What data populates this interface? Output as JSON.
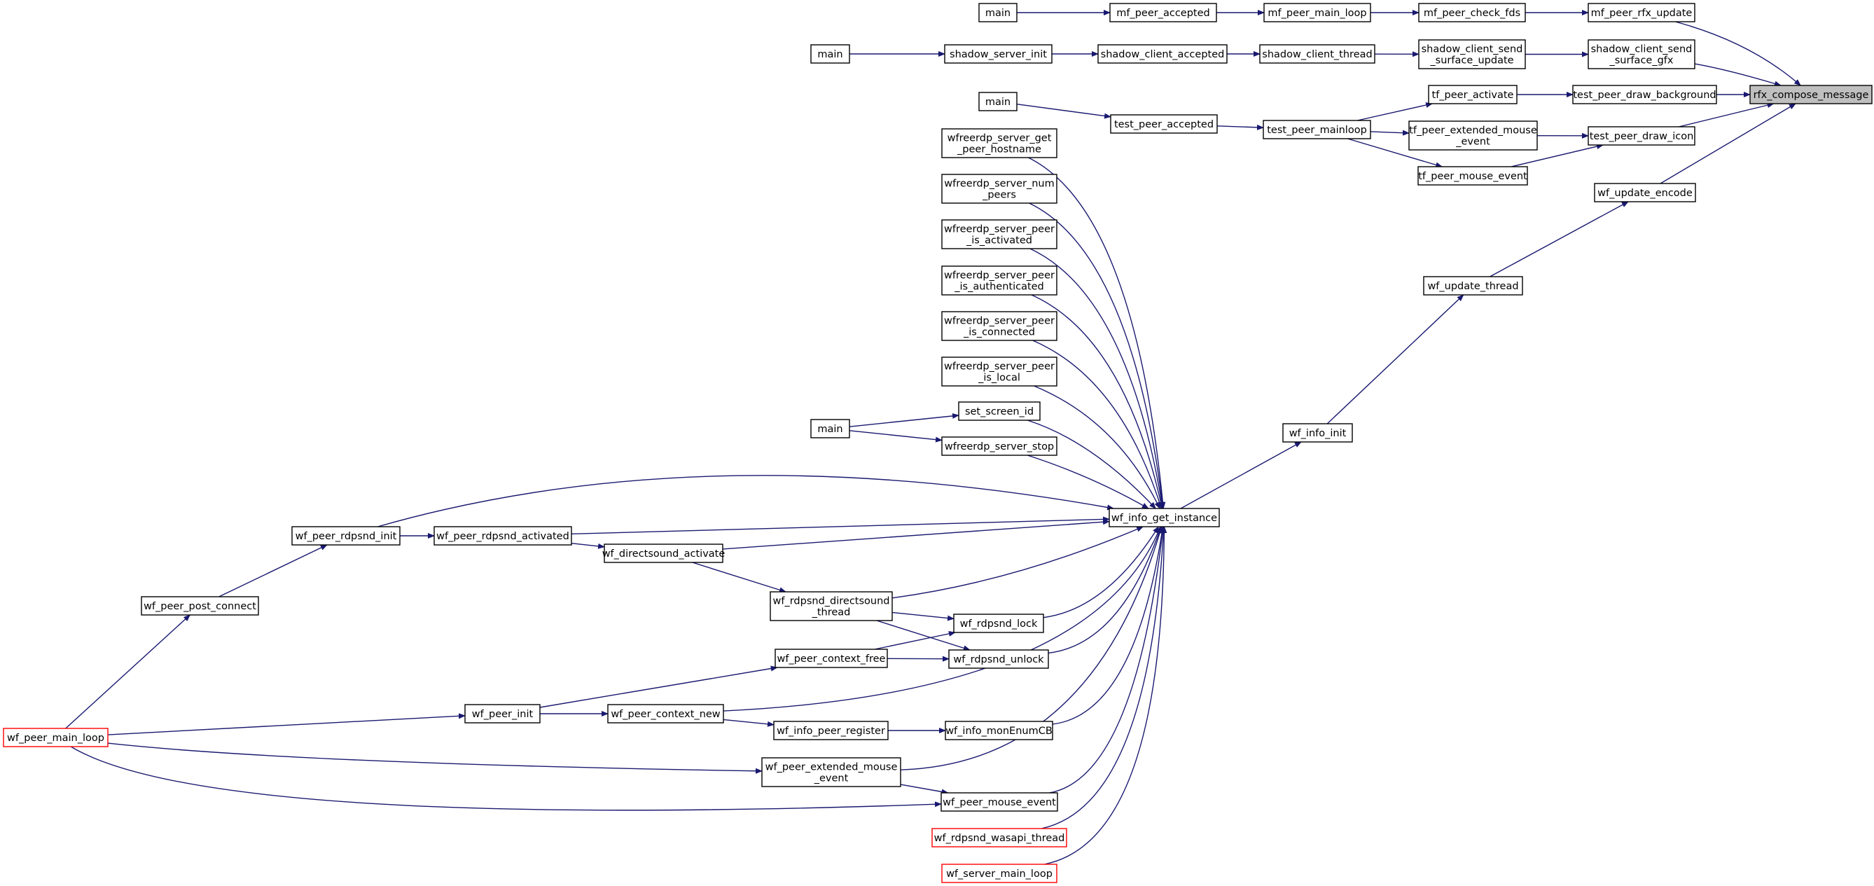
{
  "graph": {
    "title": "",
    "colors": {
      "edge": "#191970",
      "focus_fill": "#bfbfbf",
      "truncated_border": "#ff0000"
    },
    "nodes": {
      "rfx": {
        "lines": [
          "rfx_compose_message"
        ],
        "style": "gray"
      },
      "mf_rfx_update": {
        "lines": [
          "mf_peer_rfx_update"
        ]
      },
      "mf_check_fds": {
        "lines": [
          "mf_peer_check_fds"
        ]
      },
      "mf_main_loop": {
        "lines": [
          "mf_peer_main_loop"
        ]
      },
      "mf_accepted": {
        "lines": [
          "mf_peer_accepted"
        ]
      },
      "main_mf": {
        "lines": [
          "main"
        ]
      },
      "sc_gfx": {
        "lines": [
          "shadow_client_send",
          "_surface_gfx"
        ]
      },
      "sc_update": {
        "lines": [
          "shadow_client_send",
          "_surface_update"
        ]
      },
      "sc_thread": {
        "lines": [
          "shadow_client_thread"
        ]
      },
      "sc_accepted": {
        "lines": [
          "shadow_client_accepted"
        ]
      },
      "ss_init": {
        "lines": [
          "shadow_server_init"
        ]
      },
      "main_sh": {
        "lines": [
          "main"
        ]
      },
      "tp_bg": {
        "lines": [
          "test_peer_draw_background"
        ]
      },
      "tf_activate": {
        "lines": [
          "tf_peer_activate"
        ]
      },
      "tp_icon": {
        "lines": [
          "test_peer_draw_icon"
        ]
      },
      "tf_ext": {
        "lines": [
          "tf_peer_extended_mouse",
          "_event"
        ]
      },
      "tf_mouse": {
        "lines": [
          "tf_peer_mouse_event"
        ]
      },
      "tp_loop": {
        "lines": [
          "test_peer_mainloop"
        ]
      },
      "tp_accepted": {
        "lines": [
          "test_peer_accepted"
        ]
      },
      "main_tp": {
        "lines": [
          "main"
        ]
      },
      "wf_upd_enc": {
        "lines": [
          "wf_update_encode"
        ]
      },
      "wf_upd_thread": {
        "lines": [
          "wf_update_thread"
        ]
      },
      "wf_info_init": {
        "lines": [
          "wf_info_init"
        ]
      },
      "wf_get_inst": {
        "lines": [
          "wf_info_get_instance"
        ]
      },
      "ws_hostname": {
        "lines": [
          "wfreerdp_server_get",
          "_peer_hostname"
        ]
      },
      "ws_num": {
        "lines": [
          "wfreerdp_server_num",
          "_peers"
        ]
      },
      "ws_activated": {
        "lines": [
          "wfreerdp_server_peer",
          "_is_activated"
        ]
      },
      "ws_auth": {
        "lines": [
          "wfreerdp_server_peer",
          "_is_authenticated"
        ]
      },
      "ws_connected": {
        "lines": [
          "wfreerdp_server_peer",
          "_is_connected"
        ]
      },
      "ws_local": {
        "lines": [
          "wfreerdp_server_peer",
          "_is_local"
        ]
      },
      "set_screen": {
        "lines": [
          "set_screen_id"
        ]
      },
      "ws_stop": {
        "lines": [
          "wfreerdp_server_stop"
        ]
      },
      "main_wf": {
        "lines": [
          "main"
        ]
      },
      "rdpsnd_init": {
        "lines": [
          "wf_peer_rdpsnd_init"
        ]
      },
      "rdpsnd_act": {
        "lines": [
          "wf_peer_rdpsnd_activated"
        ]
      },
      "ds_activate": {
        "lines": [
          "wf_directsound_activate"
        ]
      },
      "ds_thread": {
        "lines": [
          "wf_rdpsnd_directsound",
          "_thread"
        ]
      },
      "rdpsnd_lock": {
        "lines": [
          "wf_rdpsnd_lock"
        ]
      },
      "rdpsnd_unlock": {
        "lines": [
          "wf_rdpsnd_unlock"
        ]
      },
      "ctx_free": {
        "lines": [
          "wf_peer_context_free"
        ]
      },
      "post_connect": {
        "lines": [
          "wf_peer_post_connect"
        ]
      },
      "peer_main_loop": {
        "lines": [
          "wf_peer_main_loop"
        ],
        "style": "red"
      },
      "peer_init": {
        "lines": [
          "wf_peer_init"
        ]
      },
      "ctx_new": {
        "lines": [
          "wf_peer_context_new"
        ]
      },
      "info_reg": {
        "lines": [
          "wf_info_peer_register"
        ]
      },
      "mon_enum": {
        "lines": [
          "wf_info_monEnumCB"
        ]
      },
      "peer_ext": {
        "lines": [
          "wf_peer_extended_mouse",
          "_event"
        ]
      },
      "peer_mouse": {
        "lines": [
          "wf_peer_mouse_event"
        ]
      },
      "wasapi": {
        "lines": [
          "wf_rdpsnd_wasapi_thread"
        ],
        "style": "red"
      },
      "srv_main_loop": {
        "lines": [
          "wf_server_main_loop"
        ],
        "style": "red"
      }
    },
    "edges": [
      [
        "main_mf",
        "mf_accepted"
      ],
      [
        "mf_accepted",
        "mf_main_loop"
      ],
      [
        "mf_main_loop",
        "mf_check_fds"
      ],
      [
        "mf_check_fds",
        "mf_rfx_update"
      ],
      [
        "mf_rfx_update",
        "rfx"
      ],
      [
        "main_sh",
        "ss_init"
      ],
      [
        "ss_init",
        "sc_accepted"
      ],
      [
        "sc_accepted",
        "sc_thread"
      ],
      [
        "sc_thread",
        "sc_update"
      ],
      [
        "sc_update",
        "sc_gfx"
      ],
      [
        "sc_gfx",
        "rfx"
      ],
      [
        "tp_bg",
        "rfx"
      ],
      [
        "tp_icon",
        "rfx"
      ],
      [
        "wf_upd_enc",
        "rfx"
      ],
      [
        "tf_activate",
        "tp_bg"
      ],
      [
        "tf_ext",
        "tp_icon"
      ],
      [
        "tf_mouse",
        "tp_icon"
      ],
      [
        "tp_loop",
        "tf_activate"
      ],
      [
        "tp_loop",
        "tf_ext"
      ],
      [
        "tp_loop",
        "tf_mouse"
      ],
      [
        "tp_accepted",
        "tp_loop"
      ],
      [
        "main_tp",
        "tp_accepted"
      ],
      [
        "wf_upd_thread",
        "wf_upd_enc"
      ],
      [
        "wf_info_init",
        "wf_upd_thread"
      ],
      [
        "wf_get_inst",
        "wf_info_init"
      ],
      [
        "ws_hostname",
        "wf_get_inst"
      ],
      [
        "ws_num",
        "wf_get_inst"
      ],
      [
        "ws_activated",
        "wf_get_inst"
      ],
      [
        "ws_auth",
        "wf_get_inst"
      ],
      [
        "ws_connected",
        "wf_get_inst"
      ],
      [
        "ws_local",
        "wf_get_inst"
      ],
      [
        "set_screen",
        "wf_get_inst"
      ],
      [
        "ws_stop",
        "wf_get_inst"
      ],
      [
        "main_wf",
        "set_screen"
      ],
      [
        "main_wf",
        "ws_stop"
      ],
      [
        "rdpsnd_init",
        "wf_get_inst"
      ],
      [
        "rdpsnd_act",
        "wf_get_inst"
      ],
      [
        "ds_activate",
        "wf_get_inst"
      ],
      [
        "ds_thread",
        "wf_get_inst"
      ],
      [
        "rdpsnd_lock",
        "wf_get_inst"
      ],
      [
        "rdpsnd_unlock",
        "wf_get_inst"
      ],
      [
        "ctx_new",
        "wf_get_inst"
      ],
      [
        "mon_enum",
        "wf_get_inst"
      ],
      [
        "peer_ext",
        "wf_get_inst"
      ],
      [
        "peer_mouse",
        "wf_get_inst"
      ],
      [
        "wasapi",
        "wf_get_inst"
      ],
      [
        "srv_main_loop",
        "wf_get_inst"
      ],
      [
        "rdpsnd_init",
        "rdpsnd_act"
      ],
      [
        "rdpsnd_act",
        "ds_activate"
      ],
      [
        "ds_activate",
        "ds_thread"
      ],
      [
        "ds_thread",
        "rdpsnd_lock"
      ],
      [
        "ds_thread",
        "rdpsnd_unlock"
      ],
      [
        "ctx_free",
        "rdpsnd_lock"
      ],
      [
        "ctx_free",
        "rdpsnd_unlock"
      ],
      [
        "post_connect",
        "rdpsnd_init"
      ],
      [
        "peer_main_loop",
        "post_connect"
      ],
      [
        "peer_main_loop",
        "peer_init"
      ],
      [
        "peer_main_loop",
        "peer_ext"
      ],
      [
        "peer_main_loop",
        "peer_mouse"
      ],
      [
        "peer_init",
        "ctx_free"
      ],
      [
        "peer_init",
        "ctx_new"
      ],
      [
        "ctx_new",
        "info_reg"
      ],
      [
        "info_reg",
        "mon_enum"
      ],
      [
        "peer_ext",
        "peer_mouse"
      ]
    ]
  }
}
